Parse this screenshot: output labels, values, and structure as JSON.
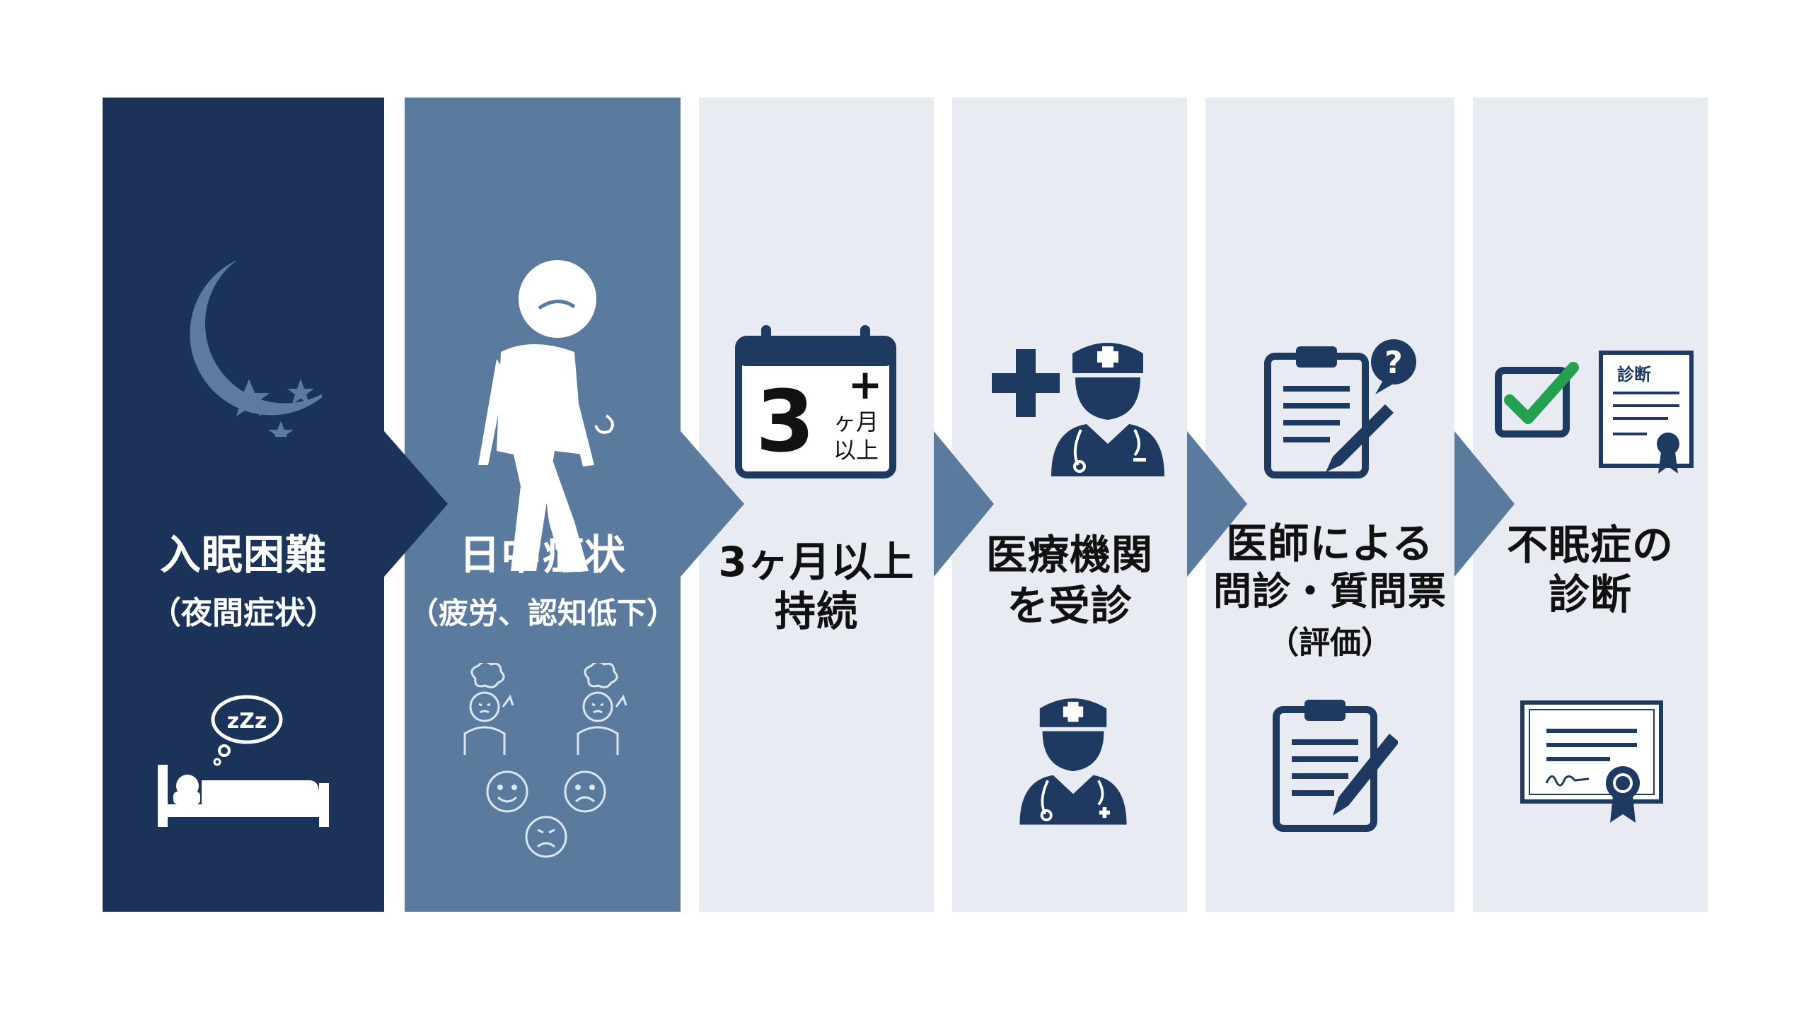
{
  "colors": {
    "navy": "#1b3359",
    "steel": "#5a7b9e",
    "pale": "#e8ecf2",
    "icon": "#1e3a60",
    "moon": "#5e7aa0",
    "check": "#23a050"
  },
  "steps": [
    {
      "title": "入眠困難",
      "subtitle": "（夜間症状）",
      "icons": [
        "moon-stars-icon",
        "sleeping-person-bed-icon"
      ],
      "extra": {
        "zzz": "zZz"
      }
    },
    {
      "title": "日中症状",
      "subtitle": "（疲労、認知低下）",
      "icons": [
        "tired-person-icon",
        "confused-people-icon",
        "mood-faces-icon"
      ]
    },
    {
      "title_lines": [
        "3ヶ月以上",
        "持続"
      ],
      "icons": [
        "calendar-icon"
      ],
      "calendar": {
        "number": "3",
        "plus": "+",
        "unit_line1": "ヶ月",
        "unit_line2": "以上"
      }
    },
    {
      "title_lines": [
        "医療機関",
        "を受診"
      ],
      "icons": [
        "medical-cross-icon",
        "doctor-icon",
        "doctor-icon"
      ]
    },
    {
      "title_lines": [
        "医師による",
        "問診・質問票"
      ],
      "subtitle": "（評価）",
      "icons": [
        "clipboard-question-icon",
        "clipboard-pen-icon"
      ],
      "extra": {
        "question": "?"
      }
    },
    {
      "title_lines": [
        "不眠症の",
        "診断"
      ],
      "icons": [
        "checkbox-icon",
        "diagnosis-document-icon",
        "certificate-icon"
      ],
      "extra": {
        "doc_label": "診断"
      }
    }
  ]
}
